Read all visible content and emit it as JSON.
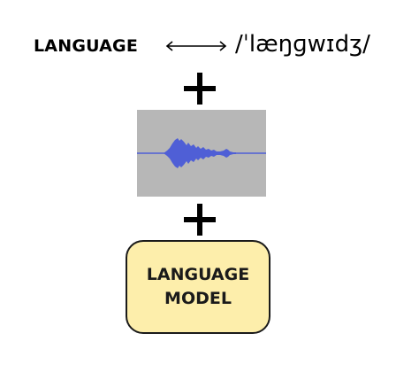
{
  "word": "LANGUAGE",
  "ipa": "/ˈlæŋɡwɪdʒ/",
  "icons": {
    "equivalence": "double-arrow-icon",
    "combine": "plus-icon",
    "audio": "waveform-icon"
  },
  "colors": {
    "waveform": "#4f5fd6",
    "waveform_panel": "#b7b7b7",
    "model_fill": "#fdeeab",
    "model_border": "#1a1a1a",
    "text": "#000000"
  },
  "model": {
    "line1": "LANGUAGE",
    "line2": "MODEL"
  }
}
